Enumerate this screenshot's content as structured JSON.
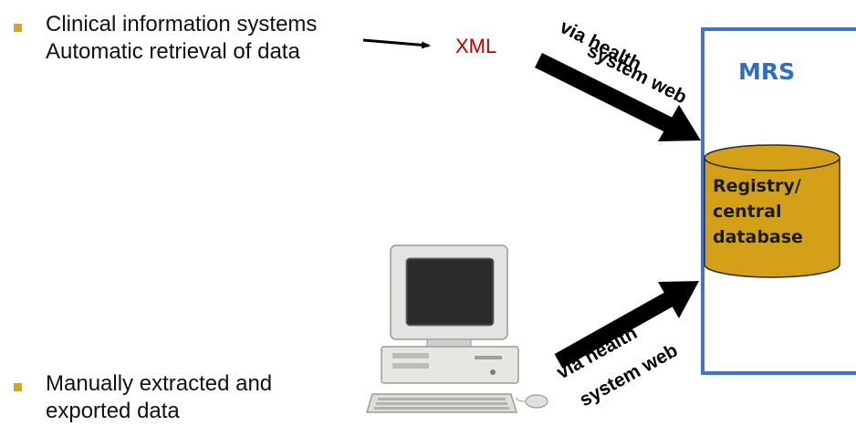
{
  "sources": {
    "top": {
      "line1": "Clinical information systems",
      "line2": "Automatic retrieval of data"
    },
    "bottom": {
      "line1": "Manually extracted and",
      "line2": "exported data"
    },
    "bullet_color": "#d4a52a"
  },
  "format_label": "XML",
  "format_label_color": "#c00000",
  "channel_labels": {
    "top": [
      "via health",
      "system web"
    ],
    "bottom": [
      "via health",
      "system web"
    ]
  },
  "destination": {
    "title": "MRS",
    "title_color": "#2e6fbf",
    "border_color": "#4472c4",
    "database": {
      "lines": [
        "Registry/",
        "central",
        "database"
      ],
      "fill_color": "#d4a017"
    }
  },
  "icons": {
    "computer": "desktop-computer-icon",
    "database": "database-cylinder-icon"
  }
}
